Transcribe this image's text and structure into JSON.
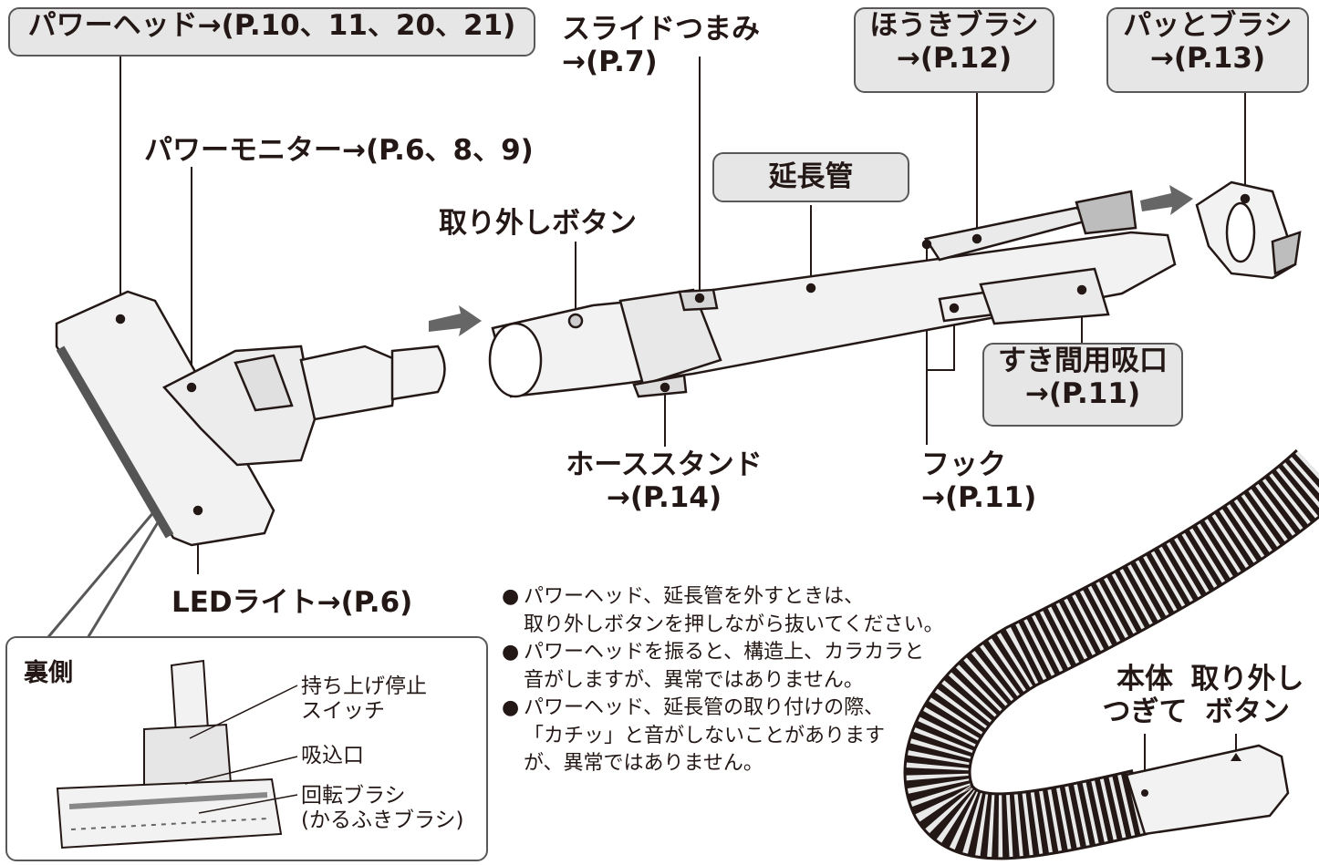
{
  "callouts": {
    "power_head": "パワーヘッド→(P.10、11、20、21)",
    "slide_knob_1": "スライドつまみ",
    "slide_knob_2": "→(P.7)",
    "broom_brush_1": "ほうきブラシ",
    "broom_brush_2": "→(P.12)",
    "patto_brush_1": "パッとブラシ",
    "patto_brush_2": "→(P.13)",
    "power_monitor": "パワーモニター→(P.6、8、9)",
    "extension_pipe": "延長管",
    "release_button": "取り外しボタン",
    "crevice_nozzle_1": "すき間用吸口",
    "crevice_nozzle_2": "→(P.11)",
    "hose_stand_1": "ホーススタンド",
    "hose_stand_2": "→(P.14)",
    "hook_1": "フック",
    "hook_2": "→(P.11)",
    "led_light": "LEDライト→(P.6)",
    "body_joint_1": "本体",
    "body_joint_2": "つぎて",
    "release_button2_1": "取り外し",
    "release_button2_2": "ボタン"
  },
  "notes": [
    {
      "bullet": "●",
      "lines": [
        "パワーヘッド、延長管を外すときは、",
        "取り外しボタンを押しながら抜いてください。"
      ]
    },
    {
      "bullet": "●",
      "lines": [
        "パワーヘッドを振ると、構造上、カラカラと",
        "音がしますが、異常ではありません。"
      ]
    },
    {
      "bullet": "●",
      "lines": [
        "パワーヘッド、延長管の取り付けの際、",
        "「カチッ」と音がしないことがあります",
        "が、異常ではありません。"
      ]
    }
  ],
  "inset": {
    "title": "裏側",
    "lift_stop_switch_1": "持ち上げ停止",
    "lift_stop_switch_2": "スイッチ",
    "intake": "吸込口",
    "rotary_brush_1": "回転ブラシ",
    "rotary_brush_2": "(かるふきブラシ)"
  },
  "colors": {
    "box_fill": "#e6e6e6",
    "box_border": "#595757",
    "line": "#231815",
    "part_fill": "#f2f2f2",
    "part_shade": "#bdbdbd"
  }
}
